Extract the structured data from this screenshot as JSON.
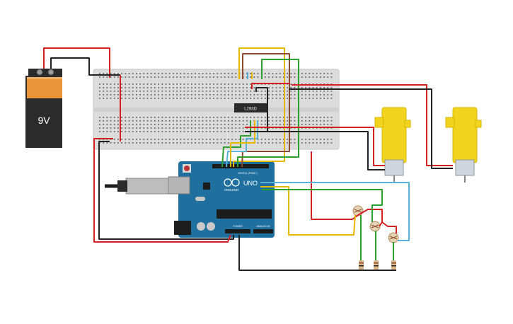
{
  "battery": {
    "label": "9V"
  },
  "chip": {
    "label": "L293D"
  },
  "arduino": {
    "brand": "ARDUINO",
    "model": "UNO",
    "power_label": "POWER",
    "analog_label": "ANALOG IN",
    "digital_label": "DIGITAL (PWM~)"
  },
  "colors": {
    "wire_red": "#d42020",
    "wire_black": "#222222",
    "wire_yellow": "#e6b800",
    "wire_green": "#2ca02c",
    "wire_blue": "#5ab3d6",
    "wire_brown": "#8b4a2b",
    "board_blue": "#1f6f9f",
    "motor_yellow": "#f2d41f",
    "breadboard": "#dcdcdc"
  }
}
